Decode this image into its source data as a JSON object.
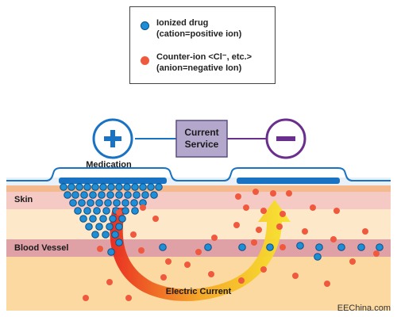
{
  "legend": {
    "drug_line1": "Ionized drug",
    "drug_line2": "(cation=positive ion)",
    "counter_line1": "Counter-ion <Cl⁻, etc.>",
    "counter_line2": "(anion=negative Ion)"
  },
  "circuit": {
    "service_line1": "Current",
    "service_line2": "Service",
    "positive_symbol": "+",
    "negative_symbol": "−"
  },
  "labels": {
    "medication": "Medication",
    "skin": "Skin",
    "blood_vessel": "Blood Vessel",
    "electric_current": "Electric Current",
    "watermark": "EEChina.com"
  },
  "colors": {
    "positive_electrode": "#1a73c2",
    "negative_electrode": "#6a2e8c",
    "current_service_box": "#b3a7cc",
    "drug_ion": "#1e8fd6",
    "counter_ion": "#ef5a3e",
    "skin_layer": "#f5c9c4",
    "blood_vessel_layer": "#dfa0a6",
    "tissue": "#fbd9a0"
  }
}
